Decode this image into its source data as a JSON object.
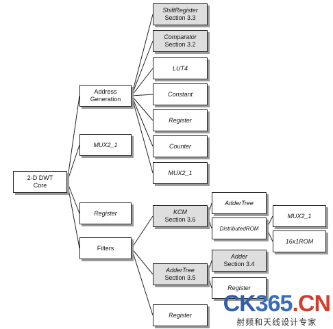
{
  "nodes": {
    "root": "2-D DWT Core",
    "address_generation": "Address Generation",
    "mux2_1_a": "MUX2_1",
    "register_a": "Register",
    "filters": "Filters",
    "shift_register": {
      "name": "ShiftRegister",
      "section": "Section 3.3"
    },
    "comparator": {
      "name": "Comparator",
      "section": "Section 3.2"
    },
    "lut4": "LUT4",
    "constant": "Constant",
    "register_b": "Register",
    "counter": "Counter",
    "mux2_1_b": "MUX2_1",
    "kcm": {
      "name": "KCM",
      "section": "Section 3.6"
    },
    "adder_tree_b": {
      "name": "AdderTree",
      "section": "Section 3.5"
    },
    "register_c": "Register",
    "adder_tree_a": "AdderTree",
    "distributed_rom": "DistributedROM",
    "adder": {
      "name": "Adder",
      "section": "Section 3.4"
    },
    "register_d": "Register",
    "mux2_1_c": "MUX2_1",
    "rom_16x1": "16x1ROM"
  },
  "watermark": {
    "logo_left": "CK",
    "logo_mid": "365",
    "logo_right": ".CN",
    "tagline": "射频和天线设计专家"
  }
}
